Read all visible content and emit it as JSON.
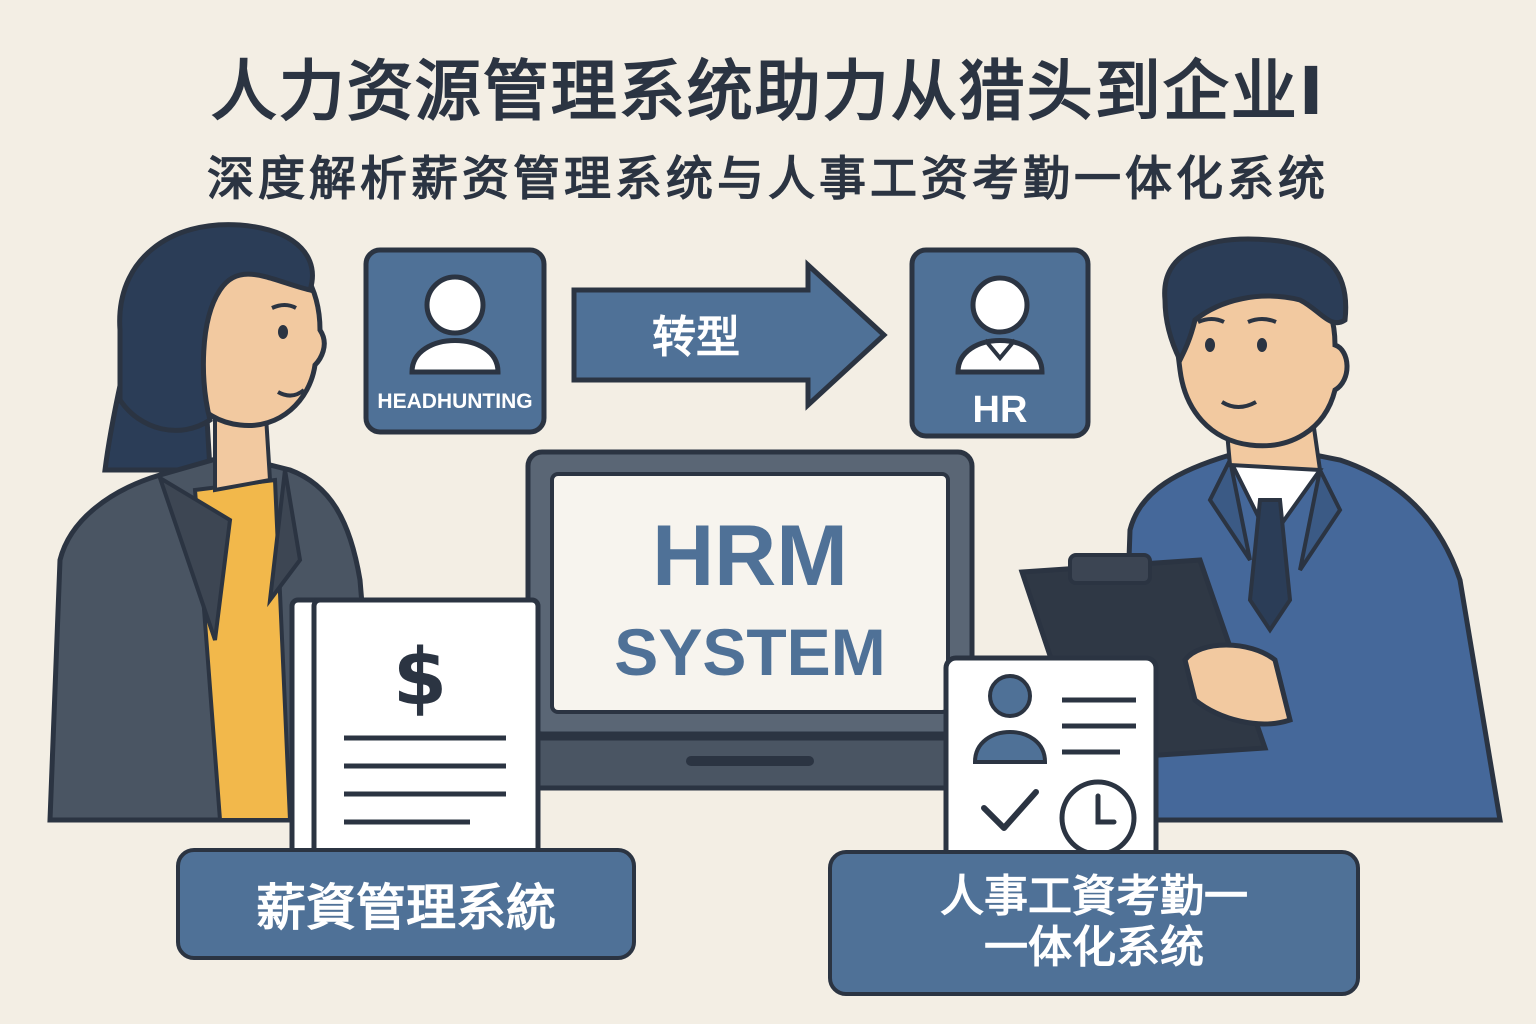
{
  "header": {
    "title": "人力资源管理系统助力从猎头到企业I",
    "subtitle": "深度解析薪资管理系统与人事工资考勤一体化系统"
  },
  "flow": {
    "from_label": "HEADHUNTING",
    "arrow_label": "转型",
    "to_label": "HR"
  },
  "monitor": {
    "line1": "HRM",
    "line2": "SYSTEM"
  },
  "payroll_doc": {
    "symbol": "$"
  },
  "labels": {
    "payroll_system": "薪資管理系統",
    "hr_attendance_line1": "人事工資考勤一",
    "hr_attendance_line2": "一体化系统"
  },
  "colors": {
    "background": "#f3eee4",
    "accent_blue": "#4f7197",
    "dark_navy": "#2b3442",
    "shirt_yellow": "#f2b84b",
    "skin": "#f2c9a0"
  }
}
